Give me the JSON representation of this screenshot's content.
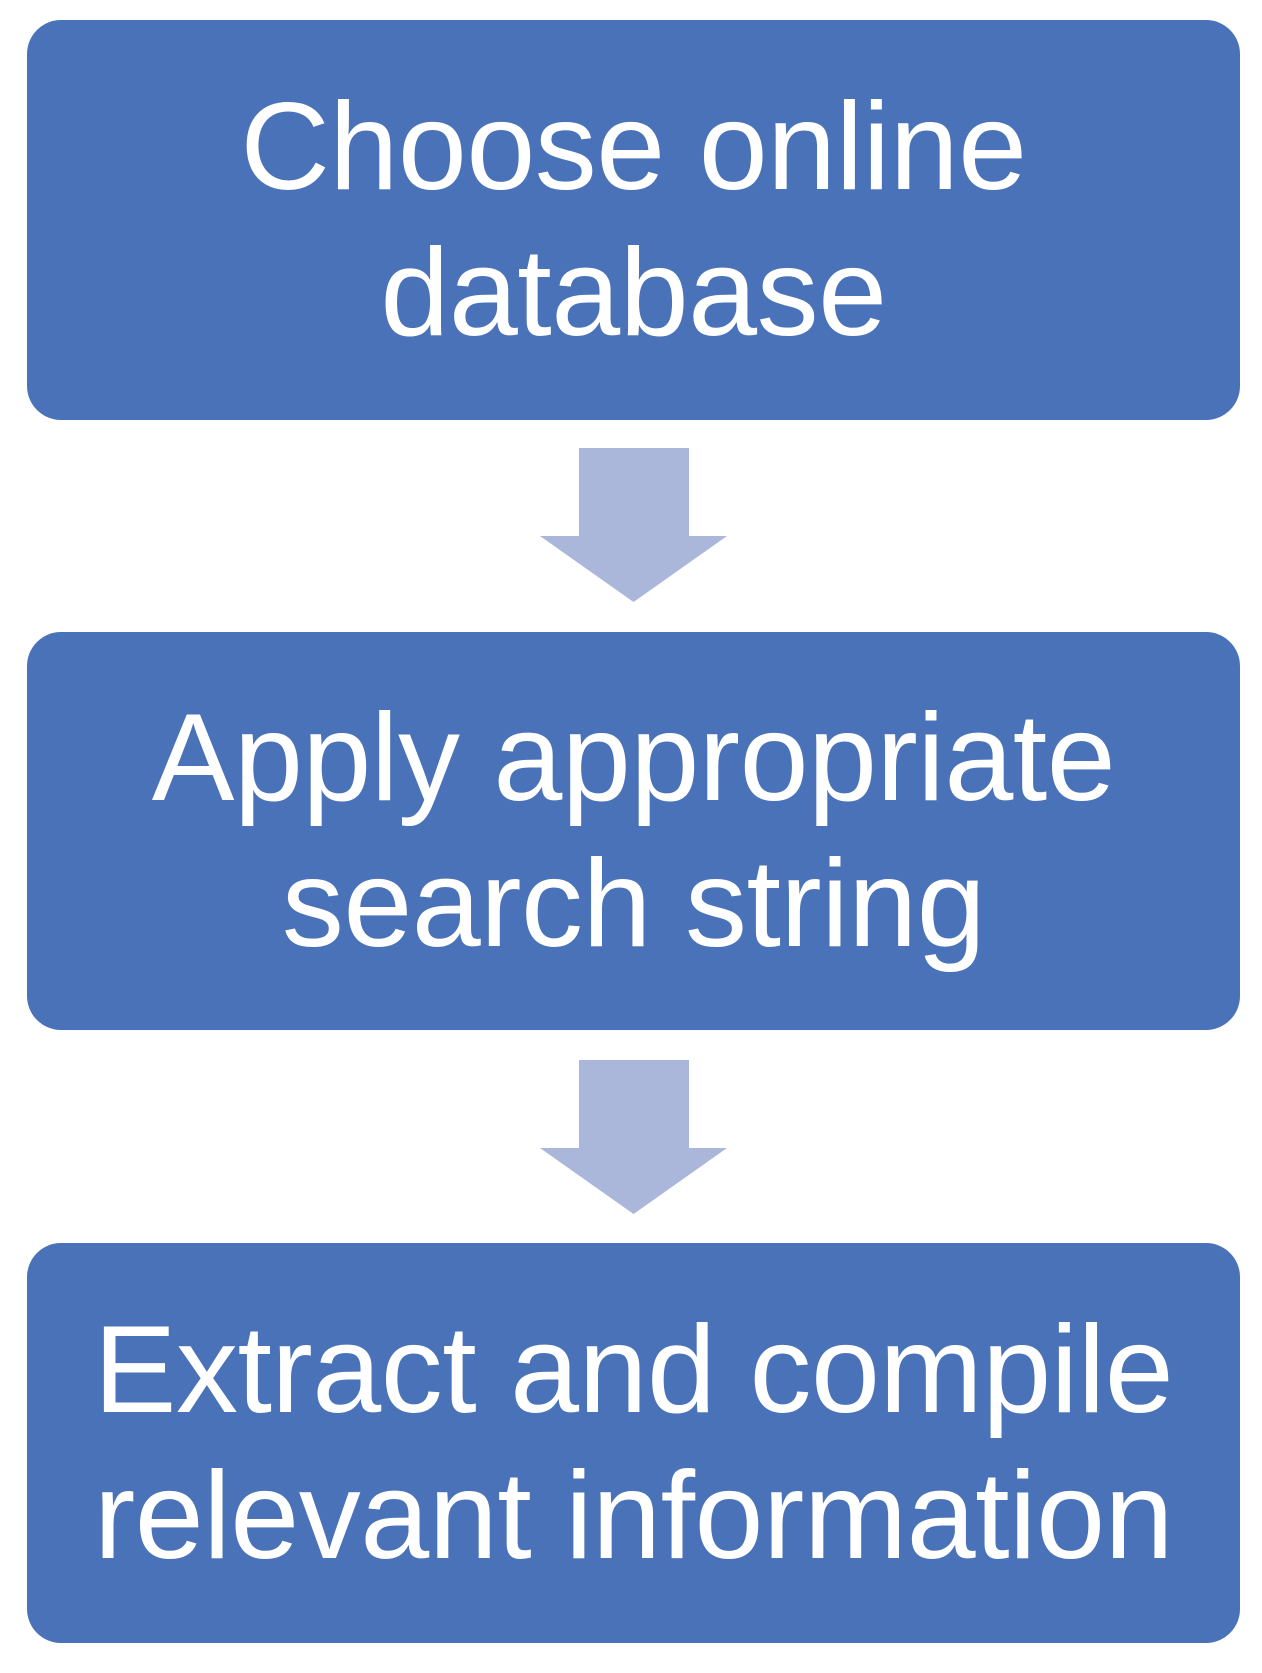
{
  "diagram": {
    "type": "flowchart",
    "orientation": "vertical",
    "title": "",
    "colors": {
      "node_fill": "#4A72B8",
      "node_text": "#FFFFFF",
      "arrow_fill": "#AAB7DB",
      "background": "#FFFFFF"
    },
    "nodes": [
      {
        "id": "node-1",
        "step": 1,
        "label": "Choose online\ndatabase",
        "shape": "rounded-rectangle"
      },
      {
        "id": "node-2",
        "step": 2,
        "label": "Apply appropriate\nsearch string",
        "shape": "rounded-rectangle"
      },
      {
        "id": "node-3",
        "step": 3,
        "label": "Extract and compile\nrelevant information",
        "shape": "rounded-rectangle"
      }
    ],
    "connectors": [
      {
        "id": "connector-1",
        "icon": "down-arrow-icon",
        "from": "node-1",
        "to": "node-2"
      },
      {
        "id": "connector-2",
        "icon": "down-arrow-icon",
        "from": "node-2",
        "to": "node-3"
      }
    ]
  }
}
